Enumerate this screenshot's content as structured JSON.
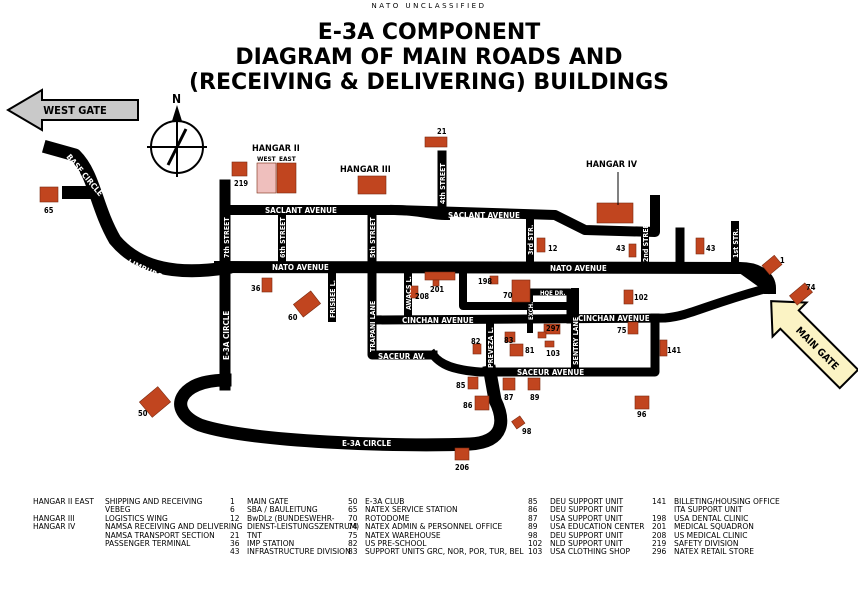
{
  "classification": "NATO UNCLASSIFIED",
  "title": {
    "line1": "E-3A COMPONENT",
    "line2": "DIAGRAM OF MAIN ROADS AND",
    "line3": "(RECEIVING & DELIVERING) BUILDINGS"
  },
  "gates": {
    "west": "WEST GATE",
    "main": "MAIN GATE"
  },
  "compass": "N",
  "roads": {
    "base_circle": "BASE CIRCLE",
    "limburg_road": "LIMBURG ROAD",
    "saclant_avenue_1": "SACLANT AVENUE",
    "saclant_avenue_2": "SACLANT AVENUE",
    "nato_avenue_1": "NATO AVENUE",
    "nato_avenue_2": "NATO AVENUE",
    "cinchan_avenue_1": "CINCHAN AVENUE",
    "cinchan_avenue_2": "CINCHAN AVENUE",
    "saceur_av": "SACEUR AV.",
    "saceur_avenue": "SACEUR AVENUE",
    "e3a_circle_1": "E-3A CIRCLE",
    "e3a_circle_2": "E-3A CIRCLE",
    "seventh_street": "7th STREET",
    "sixth_street": "6th STREET",
    "fifth_street": "5th STREET",
    "fourth_street": "4th STREET",
    "third_str": "3rd STR.",
    "second_street": "2nd STREET",
    "first_str": "1st STR.",
    "frisbee_l": "FRISBEE L.",
    "trapani_lane": "TRAPANI LANE",
    "awacs_l": "AWACS L.",
    "preveza_l": "PREVEZA L.",
    "sentry_lane": "SENTRY LANE",
    "hqe_dr": "HQE DR.",
    "exch": "EXCH."
  },
  "hangars": {
    "hangar2": "HANGAR II",
    "west": "WEST",
    "east": "EAST",
    "hangar3": "HANGAR III",
    "hangar4": "HANGAR IV"
  },
  "building_numbers": {
    "b21": "21",
    "b219": "219",
    "b65": "65",
    "b12": "12",
    "b43a": "43",
    "b43b": "43",
    "b1": "1",
    "b74": "74",
    "b36": "36",
    "b60": "60",
    "b201": "201",
    "b208": "208",
    "b198": "198",
    "b70": "70",
    "b102": "102",
    "b75": "75",
    "b297": "297",
    "b83": "83",
    "b81": "81",
    "b103": "103",
    "b82": "82",
    "b141": "141",
    "b85": "85",
    "b86": "86",
    "b87": "87",
    "b89": "89",
    "b96": "96",
    "b98": "98",
    "b50": "50",
    "b206": "206"
  },
  "legend": {
    "col1": [
      {
        "k": "HANGAR II EAST",
        "v": "SHIPPING AND RECEIVING"
      },
      {
        "k": "",
        "v": "VEBEG"
      },
      {
        "k": "HANGAR III",
        "v": "LOGISTICS WING"
      },
      {
        "k": "HANGAR IV",
        "v": "NAMSA RECEIVING AND DELIVERING"
      },
      {
        "k": "",
        "v": "NAMSA TRANSPORT SECTION"
      },
      {
        "k": "",
        "v": "PASSENGER TERMINAL"
      }
    ],
    "col2": [
      {
        "k": "1",
        "v": "MAIN GATE"
      },
      {
        "k": "6",
        "v": "SBA / BAULEITUNG"
      },
      {
        "k": "12",
        "v": "BwDLz (BUNDESWEHR-"
      },
      {
        "k": "",
        "v": "DIENST-LEISTUNGSZENTRUM)"
      },
      {
        "k": "21",
        "v": "TNT"
      },
      {
        "k": "36",
        "v": "IMP STATION"
      },
      {
        "k": "43",
        "v": "INFRASTRUCTURE DIVISION"
      }
    ],
    "col3": [
      {
        "k": "50",
        "v": "E-3A CLUB"
      },
      {
        "k": "65",
        "v": "NATEX SERVICE STATION"
      },
      {
        "k": "70",
        "v": "ROTODOME"
      },
      {
        "k": "74",
        "v": "NATEX ADMIN & PERSONNEL OFFICE"
      },
      {
        "k": "75",
        "v": "NATEX WAREHOUSE"
      },
      {
        "k": "82",
        "v": "US PRE-SCHOOL"
      },
      {
        "k": "83",
        "v": "SUPPORT UNITS GRC, NOR, POR, TUR, BEL"
      }
    ],
    "col4": [
      {
        "k": "85",
        "v": "DEU SUPPORT UNIT"
      },
      {
        "k": "86",
        "v": "DEU SUPPORT UNIT"
      },
      {
        "k": "87",
        "v": "USA SUPPORT UNIT"
      },
      {
        "k": "89",
        "v": "USA EDUCATION CENTER"
      },
      {
        "k": "98",
        "v": "DEU SUPPORT UNIT"
      },
      {
        "k": "102",
        "v": "NLD SUPPORT UNIT"
      },
      {
        "k": "103",
        "v": "USA CLOTHING SHOP"
      }
    ],
    "col5": [
      {
        "k": "141",
        "v": "BILLETING/HOUSING OFFICE"
      },
      {
        "k": "",
        "v": "ITA SUPPORT UNIT"
      },
      {
        "k": "198",
        "v": "USA DENTAL CLINIC"
      },
      {
        "k": "201",
        "v": "MEDICAL SQUADRON"
      },
      {
        "k": "208",
        "v": "US MEDICAL CLINIC"
      },
      {
        "k": "219",
        "v": "SAFETY DIVISION"
      },
      {
        "k": "296",
        "v": "NATEX RETAIL STORE"
      }
    ]
  },
  "colors": {
    "building": "#c1451f",
    "road": "#000000",
    "gate_arrow": "#c9c9c9",
    "main_gate_arrow": "#fbf3c4"
  }
}
